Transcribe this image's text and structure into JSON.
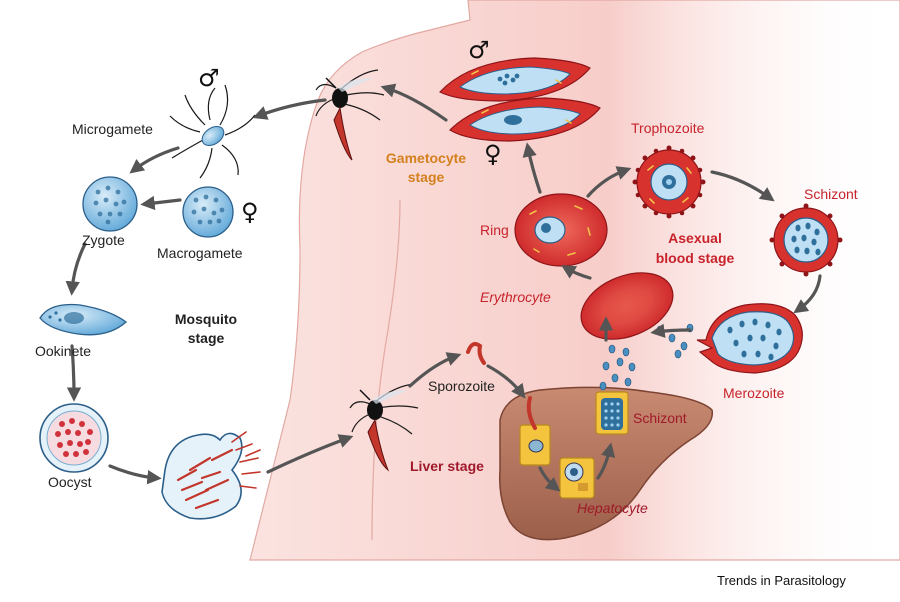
{
  "labels": {
    "microgamete": "Microgamete",
    "zygote": "Zygote",
    "macrogamete": "Macrogamete",
    "ookinete": "Ookinete",
    "mosquito_stage_line1": "Mosquito",
    "mosquito_stage_line2": "stage",
    "oocyst": "Oocyst",
    "gametocyte_stage_line1": "Gametocyte",
    "gametocyte_stage_line2": "stage",
    "trophozoite": "Trophozoite",
    "schizont_blood": "Schizont",
    "ring": "Ring",
    "asexual_line1": "Asexual",
    "asexual_line2": "blood stage",
    "erythrocyte": "Erythrocyte",
    "merozoite": "Merozoite",
    "sporozoite": "Sporozoite",
    "schizont_liver": "Schizont",
    "liver_stage": "Liver stage",
    "hepatocyte": "Hepatocyte"
  },
  "symbols": {
    "male": "♂",
    "female": "♀"
  },
  "credit": "Trends in Parasitology",
  "colors": {
    "body_skin": "#f6c7c3",
    "rbc_red": "#d8322f",
    "parasite_blue": "#5aa6da",
    "liver_brown": "#b0735d",
    "hepatocyte_yellow": "#f4c43f",
    "arrow_gray": "#555555",
    "stage_orange": "#d4801f",
    "label_red": "#c8232c"
  }
}
